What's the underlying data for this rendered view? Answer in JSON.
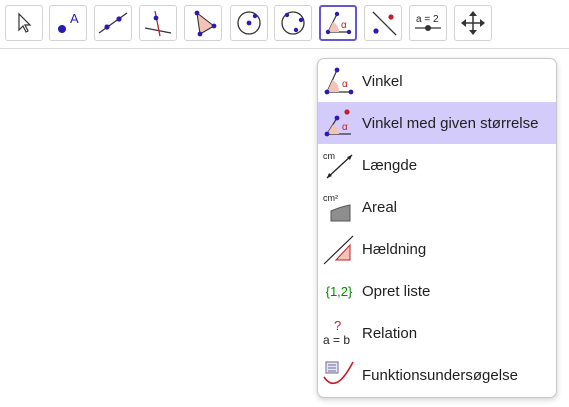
{
  "toolbar": {
    "active_tool": "angle",
    "tools": [
      {
        "name": "move-tool"
      },
      {
        "name": "point-tool",
        "glyph": "A"
      },
      {
        "name": "line-tool"
      },
      {
        "name": "perpendicular-line-tool"
      },
      {
        "name": "polygon-tool"
      },
      {
        "name": "circle-center-point-tool"
      },
      {
        "name": "circle-three-points-tool"
      },
      {
        "name": "angle-tool",
        "glyph": "α"
      },
      {
        "name": "reflect-tool"
      },
      {
        "name": "slider-tool",
        "glyph": "a = 2"
      },
      {
        "name": "move-graphics-view-tool"
      }
    ]
  },
  "menu": {
    "selected_index": 1,
    "items": [
      {
        "label": "Vinkel",
        "icon": "angle-icon",
        "glyph": "α"
      },
      {
        "label": "Vinkel med given størrelse",
        "icon": "angle-fixed-size-icon",
        "glyph": "α"
      },
      {
        "label": "Længde",
        "icon": "distance-length-icon",
        "glyph": "cm"
      },
      {
        "label": "Areal",
        "icon": "area-icon",
        "glyph": "cm²"
      },
      {
        "label": "Hældning",
        "icon": "slope-icon"
      },
      {
        "label": "Opret liste",
        "icon": "create-list-icon",
        "glyph": "{1,2}"
      },
      {
        "label": "Relation",
        "icon": "relation-icon",
        "glyph": "a = b",
        "glyph2": "?"
      },
      {
        "label": "Funktionsundersøgelse",
        "icon": "function-inspector-icon"
      }
    ]
  },
  "colors": {
    "accent": "#6557d2",
    "selected_row": "#d3cbfa",
    "point_blue": "#2b1bb0",
    "point_red": "#c0202a",
    "list_green": "#008a00"
  }
}
